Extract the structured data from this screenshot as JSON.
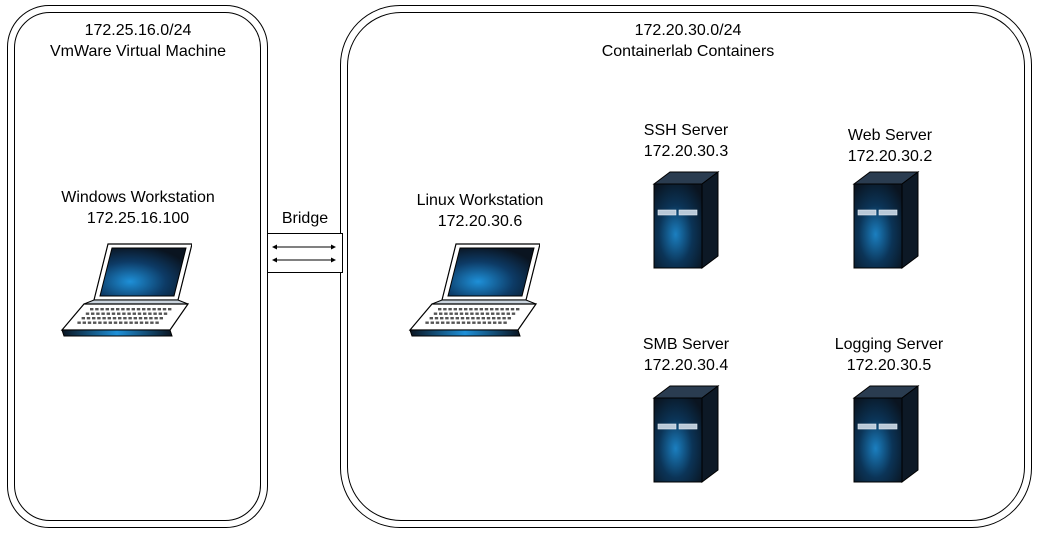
{
  "vm_zone": {
    "subnet": "172.25.16.0/24",
    "name": "VmWare Virtual Machine"
  },
  "container_zone": {
    "subnet": "172.20.30.0/24",
    "name": "Containerlab Containers"
  },
  "bridge": {
    "label": "Bridge"
  },
  "nodes": {
    "windows": {
      "name": "Windows Workstation",
      "ip": "172.25.16.100",
      "icon": "laptop-icon"
    },
    "linux": {
      "name": "Linux Workstation",
      "ip": "172.20.30.6",
      "icon": "laptop-icon"
    },
    "ssh": {
      "name": "SSH Server",
      "ip": "172.20.30.3",
      "icon": "server-tower-icon"
    },
    "web": {
      "name": "Web Server",
      "ip": "172.20.30.2",
      "icon": "server-tower-icon"
    },
    "smb": {
      "name": "SMB Server",
      "ip": "172.20.30.4",
      "icon": "server-tower-icon"
    },
    "logging": {
      "name": "Logging Server",
      "ip": "172.20.30.5",
      "icon": "server-tower-icon"
    }
  },
  "colors": {
    "screen_glow": "#1e90d8",
    "device_dark": "#0a1420",
    "line": "#000000"
  }
}
